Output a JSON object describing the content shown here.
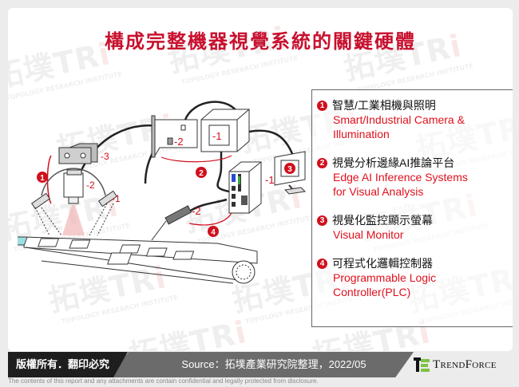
{
  "title": "構成完整機器視覺系統的關鍵硬體",
  "watermark": {
    "brand": "拓墣TRi",
    "tagline": "TOPOLOGY RESEARCH INSTITUTE"
  },
  "diagram": {
    "callouts": [
      {
        "id": "1",
        "label": "❶"
      },
      {
        "id": "2",
        "label": "❷"
      },
      {
        "id": "3",
        "label": "❸"
      },
      {
        "id": "4",
        "label": "❹"
      }
    ],
    "part_labels": {
      "light_box": "-3",
      "camera": "-2",
      "light_ring": "-1",
      "capture_card": "-2",
      "host_pc": "-1",
      "edge_controller": "-1",
      "sensor": "-2"
    }
  },
  "legend": {
    "items": [
      {
        "num": "1",
        "zh": "智慧/工業相機與照明",
        "en": "Smart/Industrial Camera &\nIllumination"
      },
      {
        "num": "2",
        "zh": "視覺分析邊緣AI推論平台",
        "en": "Edge AI Inference Systems\nfor Visual Analysis"
      },
      {
        "num": "3",
        "zh": "視覺化監控顯示螢幕",
        "en": "Visual Monitor"
      },
      {
        "num": "4",
        "zh": "可程式化邏輯控制器",
        "en": "Programmable Logic\nController(PLC)"
      }
    ]
  },
  "footer": {
    "copyright": "版權所有．翻印必究",
    "source": "Source：拓墣產業研究院整理，2022/05",
    "logo_first": "T",
    "logo_rest1": "REND",
    "logo_mid": "F",
    "logo_rest2": "ORCE",
    "disclaimer": "The contents of this report and any attachments are contain confidential and legally protected from disclosure."
  },
  "colors": {
    "title_red": "#c8102e",
    "accent_red": "#d0101d",
    "footer_dark": "#1e1e1e",
    "footer_gray": "#6b6b6b",
    "logo_green": "#7cc242"
  }
}
